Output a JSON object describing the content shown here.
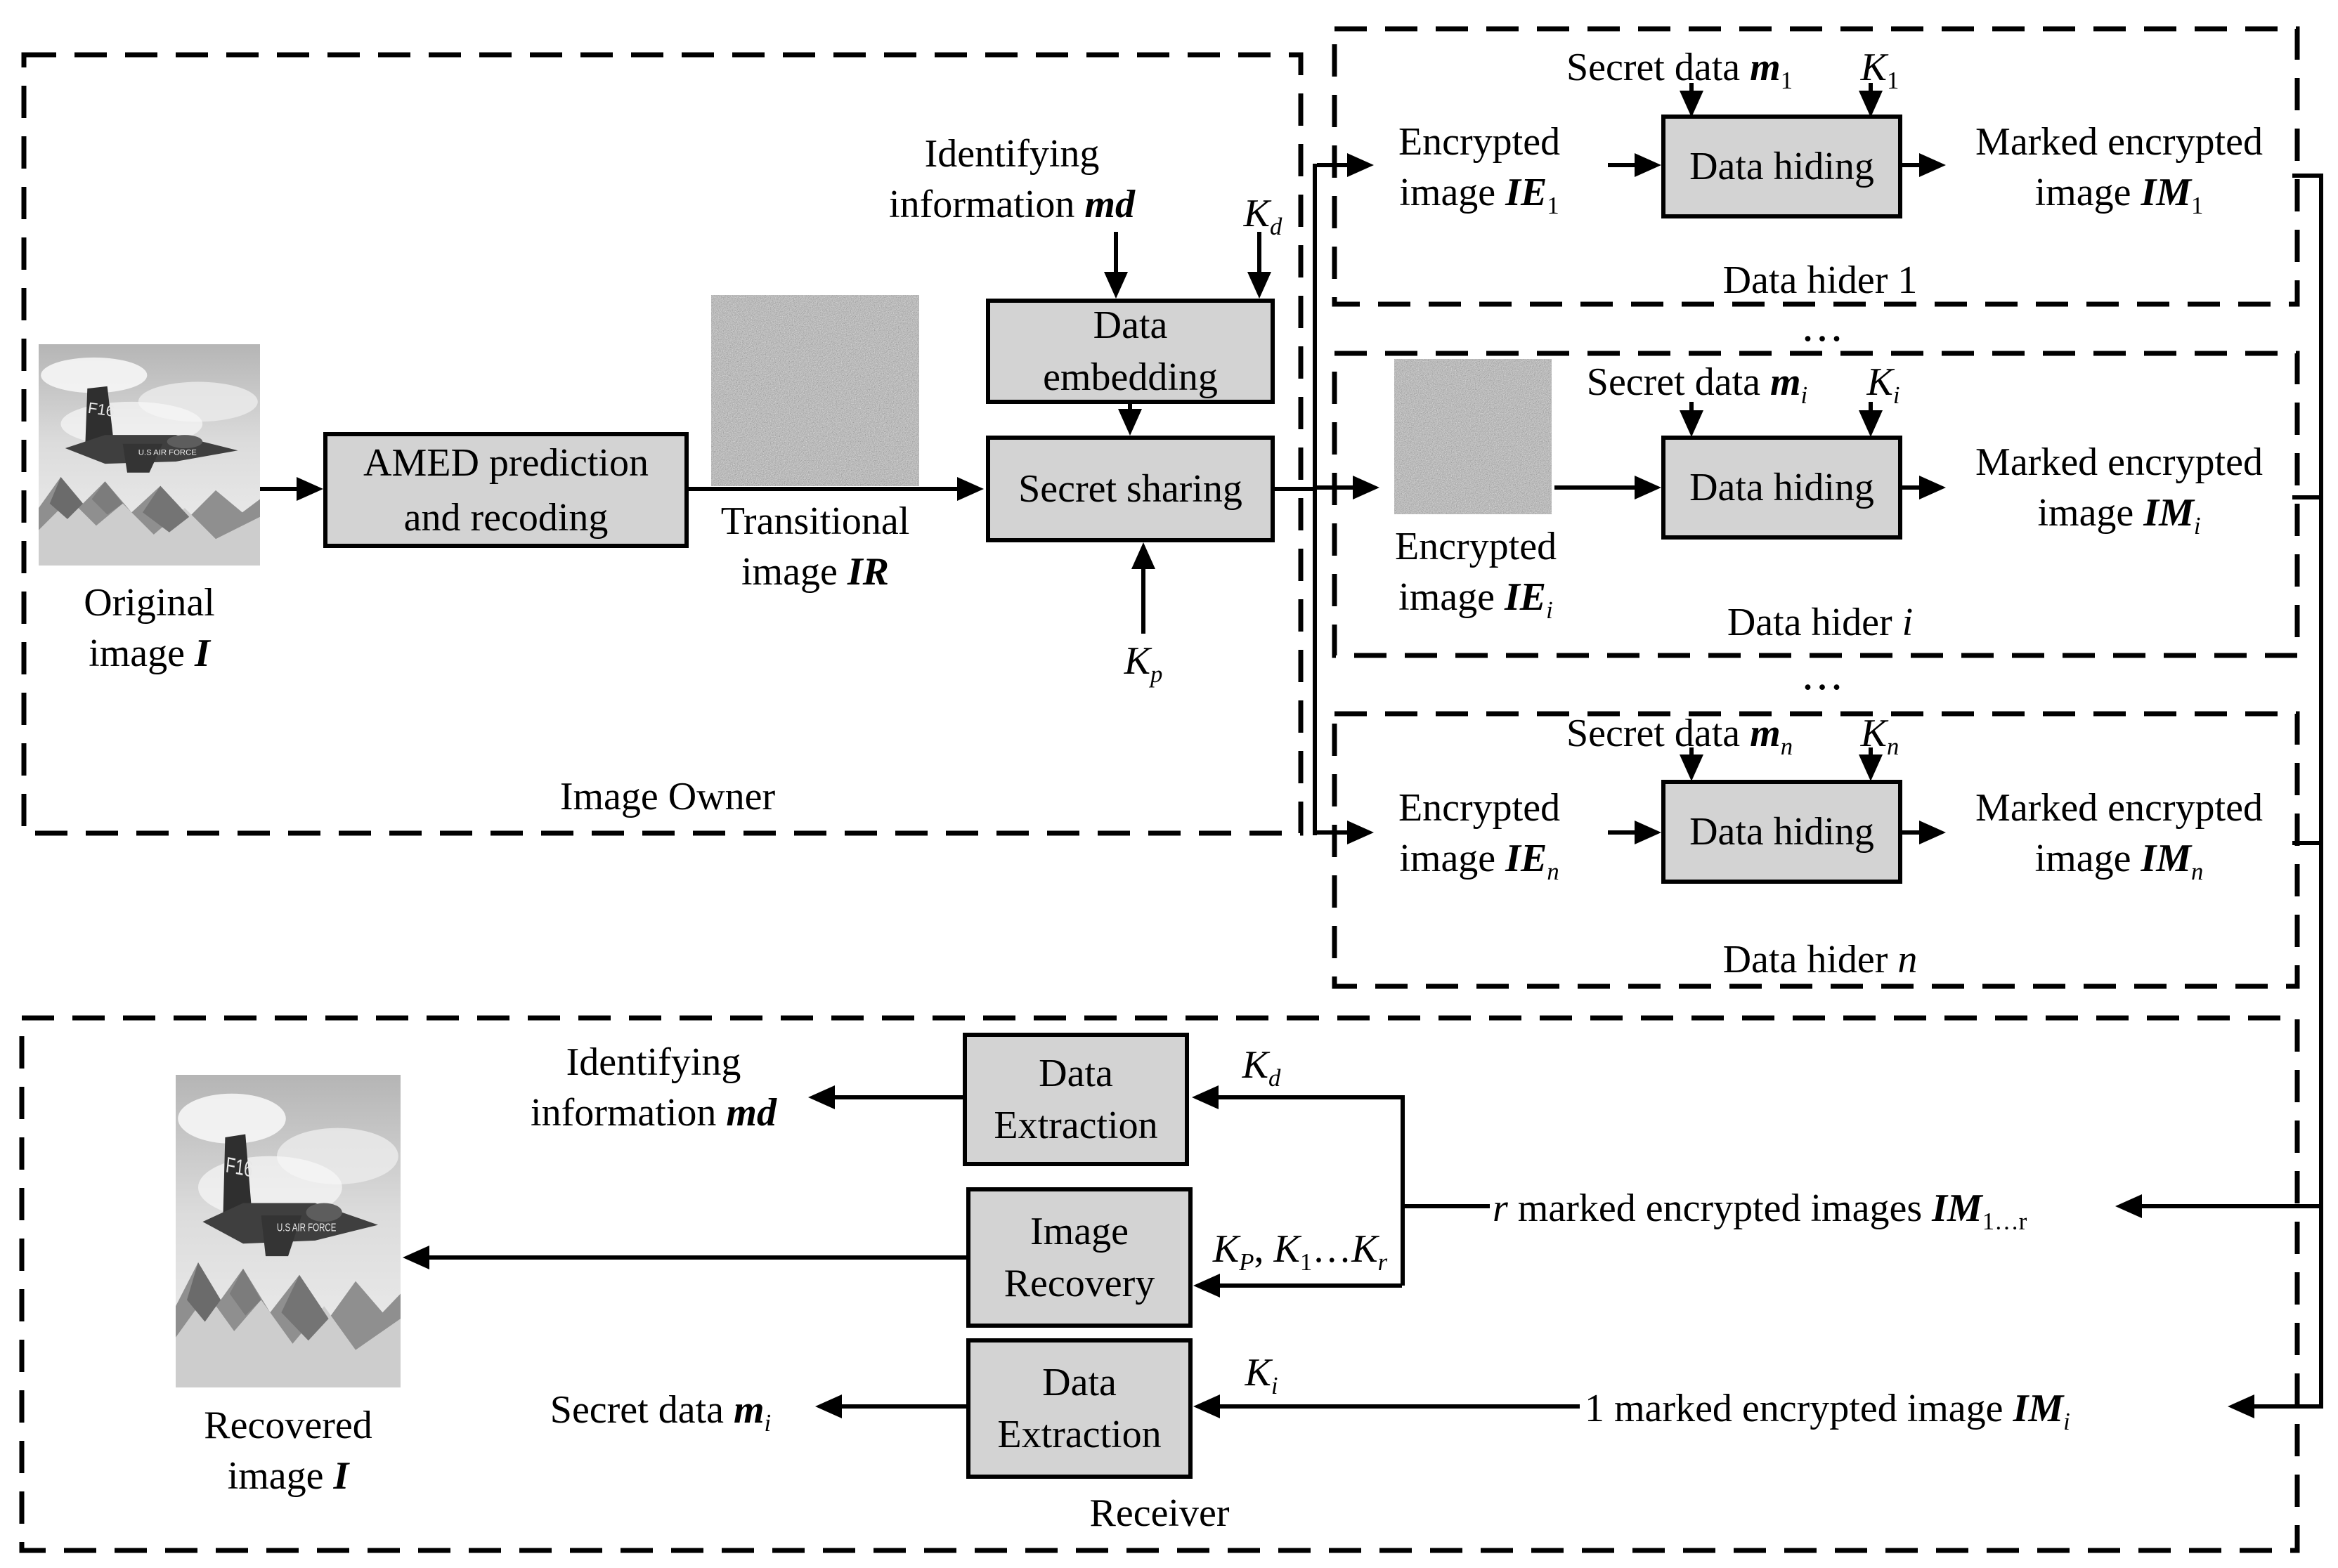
{
  "image_owner": {
    "label": "Image Owner",
    "orig_line1": "Original",
    "orig_line2_prefix": "image ",
    "orig_line2_var": "I",
    "amed_line1": "AMED prediction",
    "amed_line2": "and recoding",
    "trans_line1": "Transitional",
    "trans_line2_prefix": "image ",
    "trans_line2_var": "IR",
    "ident_line1": "Identifying",
    "ident_line2_prefix": "information ",
    "ident_line2_var": "md",
    "key_d_base": "K",
    "key_d_sub": "d",
    "key_p_base": "K",
    "key_p_sub": "p",
    "embed_line1": "Data",
    "embed_line2": "embedding",
    "secret_sharing": "Secret sharing"
  },
  "hiders": {
    "ellipsis": "...",
    "h1": {
      "secret_prefix": "Secret data ",
      "m_var": "m",
      "m_sub": "1",
      "k_base": "K",
      "k_sub": "1",
      "enc_line1": "Encrypted",
      "enc_line2_prefix": "image ",
      "ie_var": "IE",
      "ie_sub": "1",
      "hiding": "Data hiding",
      "marked_line1": "Marked encrypted",
      "marked_line2_prefix": "image ",
      "im_var": "IM",
      "im_sub": "1",
      "label_prefix": "Data hider ",
      "label_id": "1"
    },
    "hi": {
      "secret_prefix": "Secret data ",
      "m_var": "m",
      "m_sub": "i",
      "k_base": "K",
      "k_sub": "i",
      "enc_line1": "Encrypted",
      "enc_line2_prefix": "image ",
      "ie_var": "IE",
      "ie_sub": "i",
      "hiding": "Data hiding",
      "marked_line1": "Marked encrypted",
      "marked_line2_prefix": "image ",
      "im_var": "IM",
      "im_sub": "i",
      "label_prefix": "Data hider ",
      "label_id": "i"
    },
    "hn": {
      "secret_prefix": "Secret data ",
      "m_var": "m",
      "m_sub": "n",
      "k_base": "K",
      "k_sub": "n",
      "enc_line1": "Encrypted",
      "enc_line2_prefix": "image ",
      "ie_var": "IE",
      "ie_sub": "n",
      "hiding": "Data hiding",
      "marked_line1": "Marked encrypted",
      "marked_line2_prefix": "image ",
      "im_var": "IM",
      "im_sub": "n",
      "label_prefix": "Data hider ",
      "label_id": "n"
    }
  },
  "receiver": {
    "label": "Receiver",
    "ident_line1": "Identifying",
    "ident_line2_prefix": "information ",
    "ident_line2_var": "md",
    "rec_line1": "Recovered",
    "rec_line2_prefix": "image ",
    "rec_line2_var": "I",
    "secret_prefix": "Secret data ",
    "secret_var": "m",
    "secret_sub": "i",
    "ext1_line1": "Data",
    "ext1_line2": "Extraction",
    "recbox_line1": "Image",
    "recbox_line2": "Recovery",
    "ext2_line1": "Data",
    "ext2_line2": "Extraction",
    "key_d_base": "K",
    "key_d_sub": "d",
    "kpr_k1": "K",
    "kpr_k1_sub": "P",
    "kpr_sep": ", ",
    "kpr_k2": "K",
    "kpr_k2_sub": "1",
    "kpr_dots": "…",
    "kpr_k3": "K",
    "kpr_k3_sub": "r",
    "key_i_base": "K",
    "key_i_sub": "i",
    "r_var": "r",
    "r_text": " marked encrypted images ",
    "r_im": "IM",
    "r_im_sub": "1…r",
    "one_num": "1",
    "one_text": " marked encrypted image ",
    "one_im": "IM",
    "one_im_sub": "i"
  },
  "colors": {
    "box_fill": "#d3d3d3",
    "line": "#000000",
    "background": "#ffffff"
  }
}
